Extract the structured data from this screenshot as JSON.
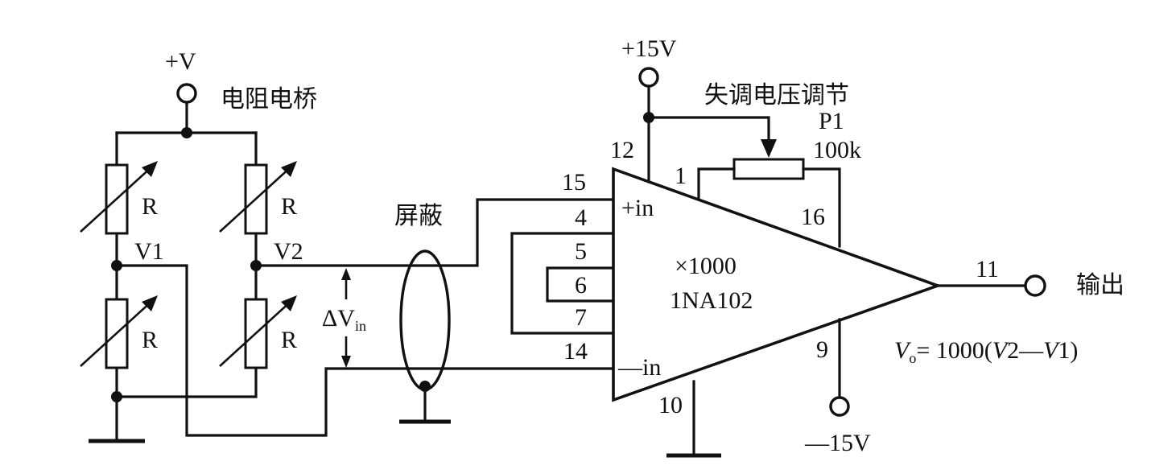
{
  "labels": {
    "plus_v": "+V",
    "bridge_title": "电阻电桥",
    "r_top_left": "R",
    "r_top_right": "R",
    "r_bottom_left": "R",
    "r_bottom_right": "R",
    "v1": "V1",
    "v2": "V2",
    "delta_v": "ΔV",
    "delta_v_sub": "in",
    "shield": "屏蔽",
    "plus_15v": "+15V",
    "offset_adjust": "失调电压调节",
    "pot_name": "P1",
    "pot_value": "100k",
    "pin_12": "12",
    "pin_15": "15",
    "pin_1": "1",
    "pin_16": "16",
    "pin_4": "4",
    "pin_5": "5",
    "pin_6": "6",
    "pin_7": "7",
    "pin_14": "14",
    "pin_10": "10",
    "pin_9": "9",
    "pin_11": "11",
    "plus_in": "+in",
    "minus_in": "—in",
    "gain": "×1000",
    "amp_model": "1NA102",
    "output": "输出",
    "minus_15v": "—15V",
    "formula_vo": "V",
    "formula_vo_sub": "o",
    "formula_eq": "= 1000(",
    "formula_v2": "V",
    "formula_mid": "2—",
    "formula_v1": "V",
    "formula_end": "1)"
  }
}
